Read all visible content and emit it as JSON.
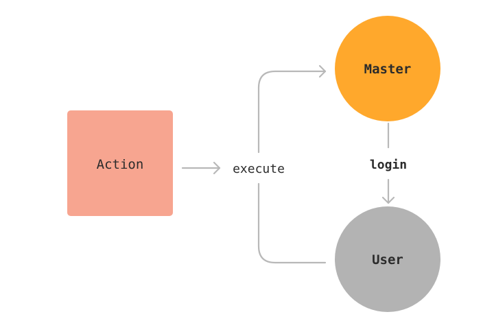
{
  "nodes": {
    "action": {
      "label": "Action",
      "shape": "rounded-rectangle",
      "color": "#F7A590"
    },
    "master": {
      "label": "Master",
      "shape": "circle",
      "color": "#FFA82C"
    },
    "user": {
      "label": "User",
      "shape": "circle",
      "color": "#B3B3B3"
    }
  },
  "edges": {
    "action_to_execute": {
      "from": "Action",
      "to": "execute"
    },
    "execute_to_master": {
      "from": "execute",
      "to": "Master"
    },
    "user_to_execute": {
      "from": "User",
      "to": "execute"
    },
    "master_to_user": {
      "from": "Master",
      "to": "User",
      "label": "login"
    }
  },
  "labels": {
    "execute": "execute",
    "login": "login"
  },
  "colors": {
    "connector": "#B8B8B8",
    "text": "#2B2B2B",
    "background": "#FFFFFF"
  }
}
